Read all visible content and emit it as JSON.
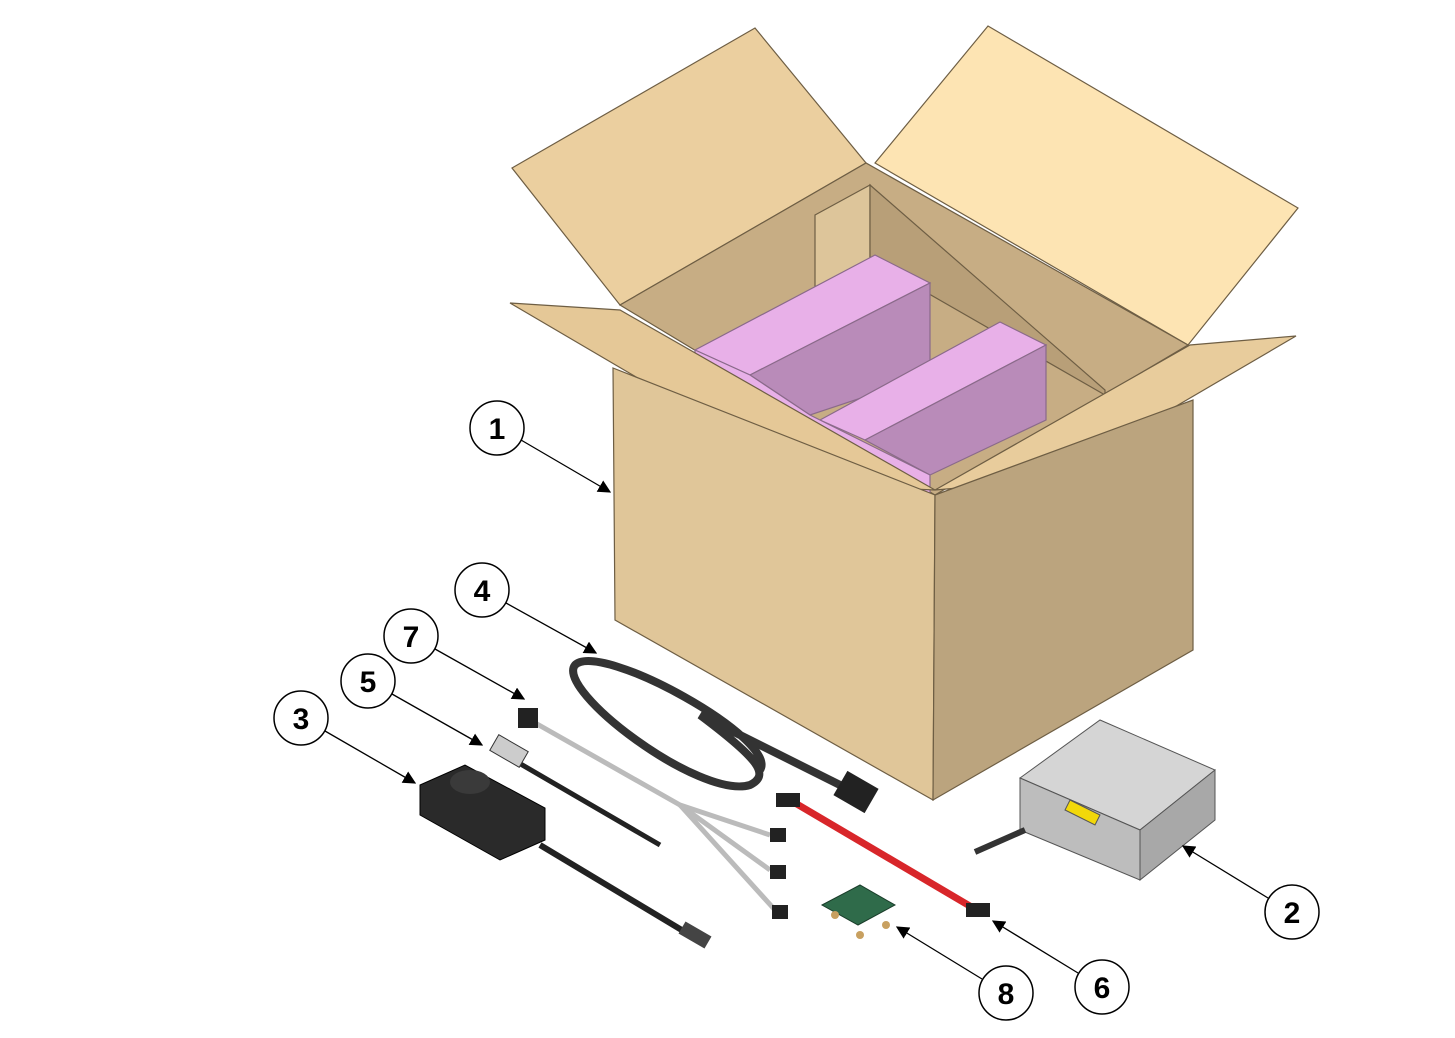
{
  "diagram": {
    "callouts": [
      {
        "id": "box",
        "label": "1"
      },
      {
        "id": "controller-unit",
        "label": "2"
      },
      {
        "id": "power-adapter",
        "label": "3"
      },
      {
        "id": "power-cable",
        "label": "4"
      },
      {
        "id": "usb-cable",
        "label": "5"
      },
      {
        "id": "sata-cable",
        "label": "6"
      },
      {
        "id": "split-cable",
        "label": "7"
      },
      {
        "id": "breakout-board",
        "label": "8"
      }
    ],
    "colors": {
      "cardboard_front": "#e0c699",
      "cardboard_side": "#bba47e",
      "cardboard_flap": "#ebcf9f",
      "foam": "#e6aee6",
      "foam_shade": "#b98bb9",
      "sata_red": "#d8262a"
    }
  }
}
